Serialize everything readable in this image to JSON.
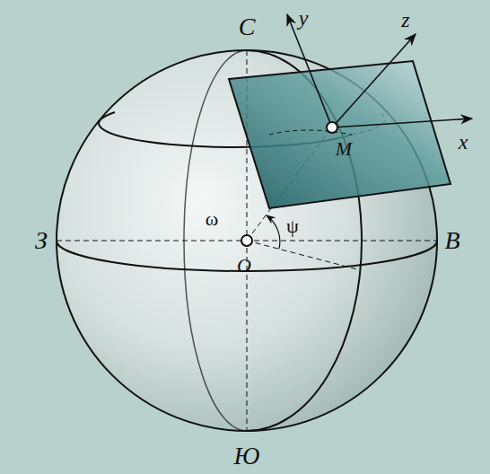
{
  "diagram": {
    "labels": [
      "С",
      "y",
      "z",
      "x",
      "M",
      "ω",
      "ψ",
      "O",
      "З",
      "В",
      "Ю"
    ]
  }
}
